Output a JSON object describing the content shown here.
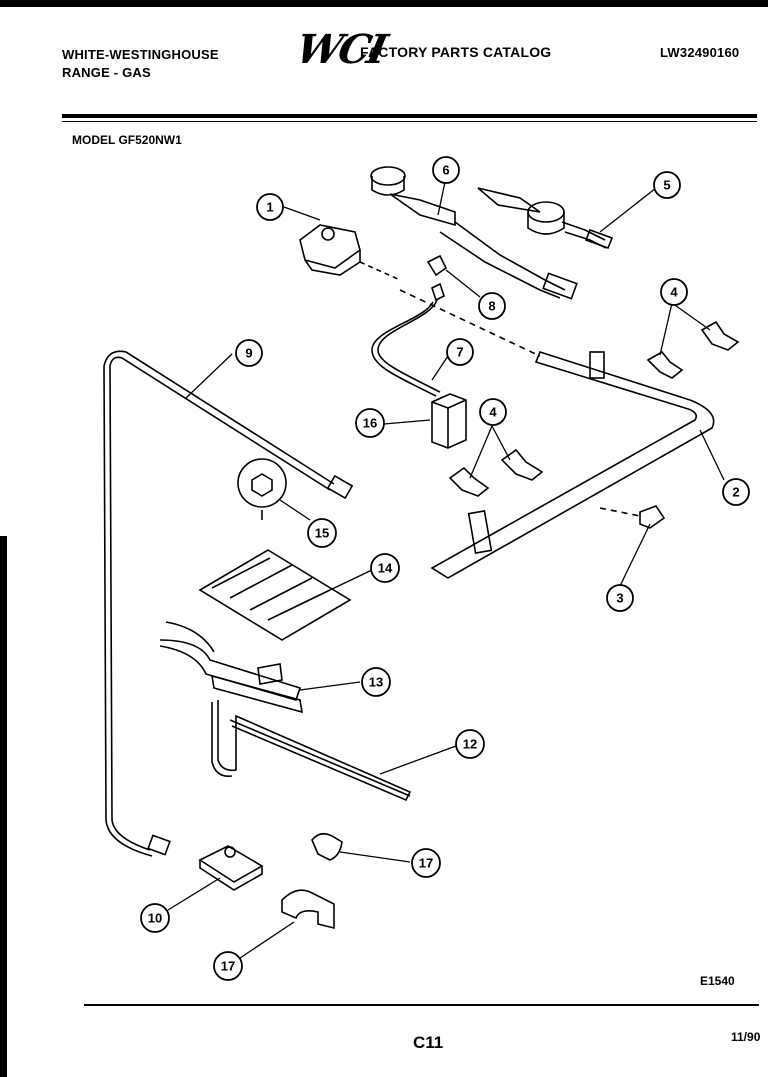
{
  "header": {
    "brand_line1": "WHITE-WESTINGHOUSE",
    "brand_line2": "RANGE - GAS",
    "logo_text": "WCI",
    "catalog_title": "FACTORY PARTS CATALOG",
    "catalog_number": "LW32490160"
  },
  "model_line": "MODEL GF520NW1",
  "callouts": {
    "c1": "1",
    "c2": "2",
    "c3": "3",
    "c4a": "4",
    "c4b": "4",
    "c5": "5",
    "c6": "6",
    "c7": "7",
    "c8": "8",
    "c9": "9",
    "c10": "10",
    "c12": "12",
    "c13": "13",
    "c14": "14",
    "c15": "15",
    "c16": "16",
    "c17a": "17",
    "c17b": "17"
  },
  "footer": {
    "diagram_code": "E1540",
    "page_code": "C11",
    "date": "11/90"
  }
}
